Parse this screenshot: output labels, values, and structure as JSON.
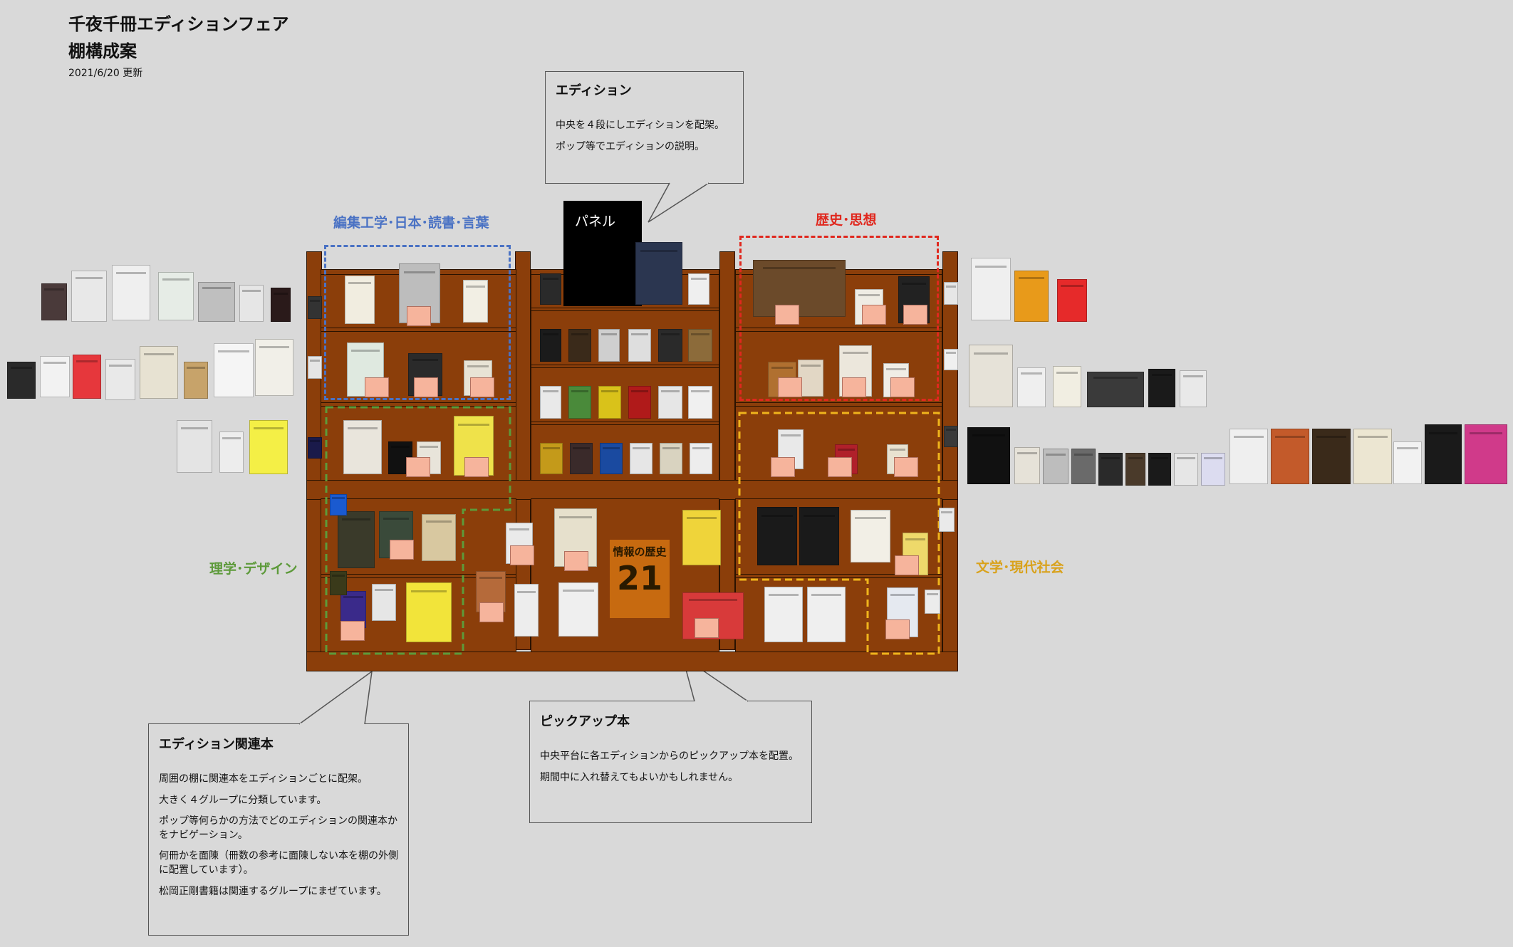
{
  "header": {
    "title_line1": "千夜千冊エディションフェア",
    "title_line2": "棚構成案",
    "date": "2021/6/20 更新"
  },
  "callouts": {
    "edition": {
      "heading": "エディション",
      "lines": [
        "中央を４段にしエディションを配架。",
        "ポップ等でエディションの説明。"
      ]
    },
    "related": {
      "heading": "エディション関連本",
      "lines": [
        "周囲の棚に関連本をエディションごとに配架。",
        "大きく４グループに分類しています。",
        "ポップ等何らかの方法でどのエディションの関連本かをナビゲーション。",
        "何冊かを面陳（冊数の参考に面陳しない本を棚の外側に配置しています）。",
        "松岡正剛書籍は関連するグループにまぜています。"
      ]
    },
    "pickup": {
      "heading": "ピックアップ本",
      "lines": [
        "中央平台に各エディションからのピックアップ本を配置。",
        "期間中に入れ替えてもよいかもしれません。"
      ]
    }
  },
  "groups": {
    "editing": {
      "label": "編集工学･日本･読書･言葉",
      "color": "#4a72c4"
    },
    "history": {
      "label": "歴史･思想",
      "color": "#e0281e"
    },
    "science": {
      "label": "理学･デザイン",
      "color": "#5d9a3a"
    },
    "literature": {
      "label": "文学･現代社会",
      "color": "#d9a21c"
    }
  },
  "panel": {
    "label": "パネル"
  },
  "featured_book": {
    "top": "情報の歴史",
    "number": "21"
  },
  "colors": {
    "wood": "#8b3e0a",
    "pop": "#f6b49c",
    "background": "#d9d9d9"
  }
}
